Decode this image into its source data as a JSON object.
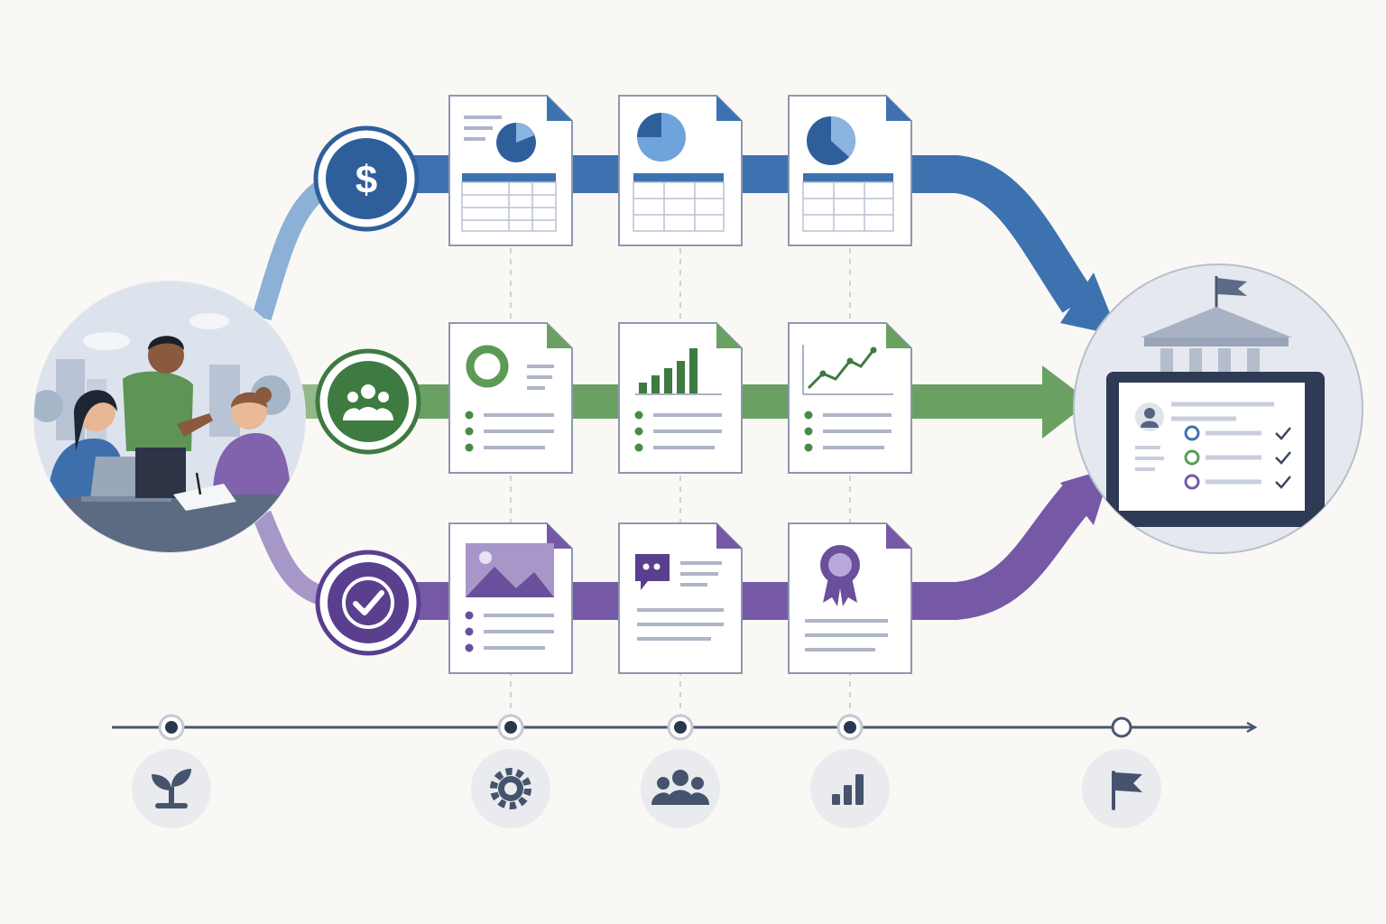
{
  "colors": {
    "background": "#faf8f5",
    "finance_track": "#3d72b0",
    "finance_track_light": "#7ea5cf",
    "impact_track": "#6aa162",
    "impact_track_light": "#91b98a",
    "outcome_track": "#7559a6",
    "outcome_track_light": "#a797c8",
    "timeline": "#4a5770",
    "milestone_bg": "#e9ebef",
    "doc_border": "#8e97b0",
    "doc_line": "#aeb5c7",
    "circle_bg": "#e5e8ee"
  },
  "tracks": [
    {
      "id": "finance",
      "hub_icon": "dollar-icon",
      "hub_symbol": "$",
      "documents": [
        {
          "icon": "pie-chart-table-report-icon"
        },
        {
          "icon": "pie-chart-table-report-icon"
        },
        {
          "icon": "pie-chart-table-report-icon"
        }
      ]
    },
    {
      "id": "impact",
      "hub_icon": "people-group-icon",
      "documents": [
        {
          "icon": "donut-chart-list-report-icon"
        },
        {
          "icon": "bar-chart-list-report-icon"
        },
        {
          "icon": "line-chart-list-report-icon"
        }
      ]
    },
    {
      "id": "outcome",
      "hub_icon": "checkmark-icon",
      "documents": [
        {
          "icon": "image-list-report-icon"
        },
        {
          "icon": "quote-text-report-icon"
        },
        {
          "icon": "award-ribbon-report-icon"
        }
      ]
    }
  ],
  "start_scene": {
    "icon": "team-collaboration-illustration"
  },
  "destination": {
    "icon": "institution-laptop-checklist-illustration"
  },
  "timeline": {
    "milestones": [
      {
        "icon": "sprout-icon"
      },
      {
        "icon": "gear-icon"
      },
      {
        "icon": "people-group-icon"
      },
      {
        "icon": "bar-chart-icon"
      },
      {
        "icon": "flag-icon"
      }
    ]
  }
}
